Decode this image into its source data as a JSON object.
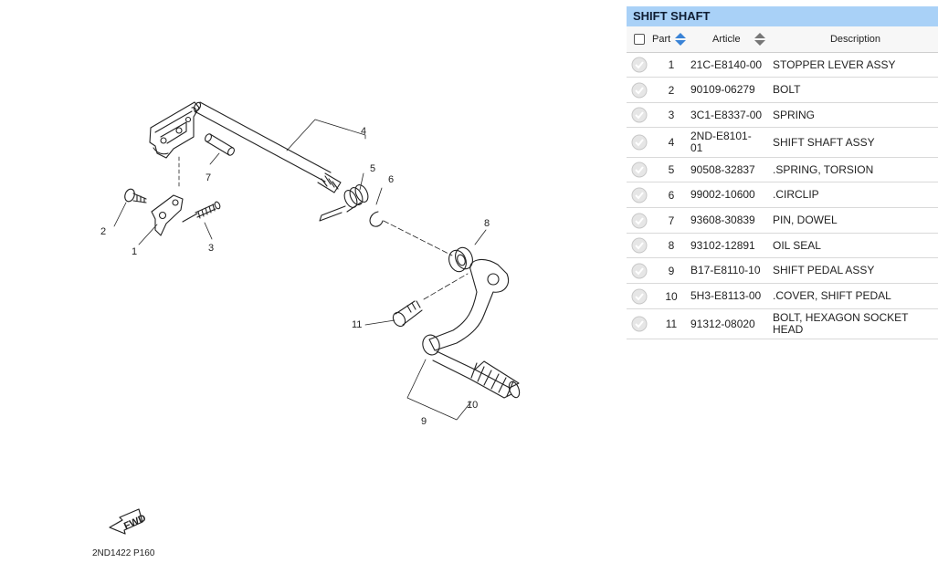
{
  "diagram": {
    "code": "2ND1422 P160",
    "fwd_label": "FWD",
    "callouts": [
      "1",
      "2",
      "3",
      "4",
      "5",
      "6",
      "7",
      "8",
      "9",
      "10",
      "11"
    ]
  },
  "panel": {
    "title": "SHIFT SHAFT",
    "headers": {
      "part": "Part",
      "article": "Article",
      "description": "Description"
    },
    "rows": [
      {
        "part": "1",
        "article": "21C-E8140-00",
        "description": "STOPPER LEVER ASSY"
      },
      {
        "part": "2",
        "article": "90109-06279",
        "description": "BOLT"
      },
      {
        "part": "3",
        "article": "3C1-E8337-00",
        "description": "SPRING"
      },
      {
        "part": "4",
        "article": "2ND-E8101-01",
        "description": "SHIFT SHAFT ASSY"
      },
      {
        "part": "5",
        "article": "90508-32837",
        "description": ".SPRING, TORSION"
      },
      {
        "part": "6",
        "article": "99002-10600",
        "description": ".CIRCLIP"
      },
      {
        "part": "7",
        "article": "93608-30839",
        "description": "PIN, DOWEL"
      },
      {
        "part": "8",
        "article": "93102-12891",
        "description": "OIL SEAL"
      },
      {
        "part": "9",
        "article": "B17-E8110-10",
        "description": "SHIFT PEDAL ASSY"
      },
      {
        "part": "10",
        "article": "5H3-E8113-00",
        "description": ".COVER, SHIFT PEDAL"
      },
      {
        "part": "11",
        "article": "91312-08020",
        "description": "BOLT, HEXAGON SOCKET HEAD"
      }
    ]
  },
  "colors": {
    "title_bg": "#a9d1f7",
    "sort_blue": "#3a83d6",
    "sort_gray": "#777777",
    "check_gray": "#c8c8c8"
  },
  "icons": {
    "header_checkbox": "checkbox-icon",
    "sort": "sort-arrows-icon",
    "row_status": "check-circle-icon"
  }
}
